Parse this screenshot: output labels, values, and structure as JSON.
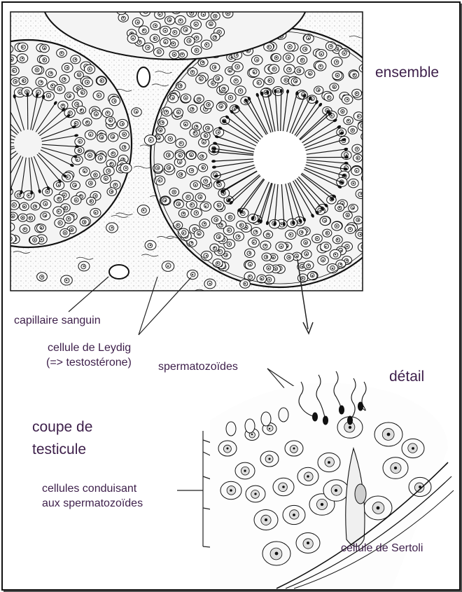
{
  "diagram": {
    "title_overview": "ensemble",
    "title_detail": "détail",
    "section_title_line1": "coupe de",
    "section_title_line2": "testicule",
    "labels": {
      "capillary": "capillaire sanguin",
      "leydig_line1": "cellule de Leydig",
      "leydig_line2": "(=> testostérone)",
      "spermatozoa": "spermatozoïdes",
      "germ_cells_line1": "cellules conduisant",
      "germ_cells_line2": "aux spermatozoïdes",
      "sertoli": "cellule de Sertoli"
    },
    "colors": {
      "text": "#3d1f4a",
      "ink": "#1a1a1a",
      "frame": "#111111"
    }
  }
}
